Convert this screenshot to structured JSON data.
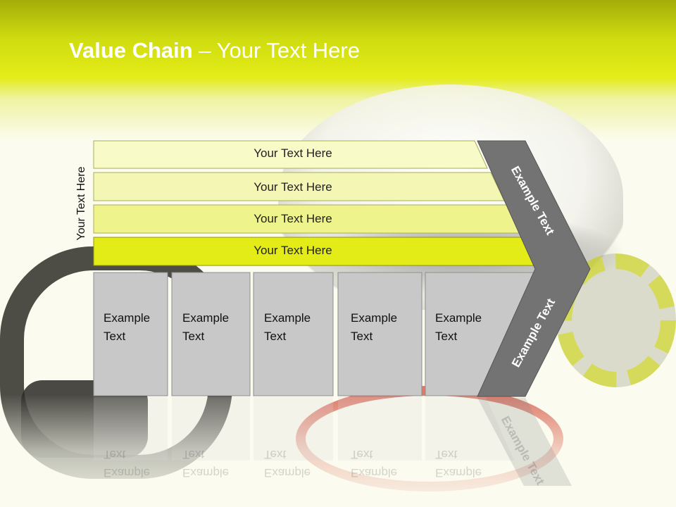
{
  "title": {
    "bold": "Value Chain",
    "rest": " – Your Text Here"
  },
  "side_label": "Your Text Here",
  "bars": [
    {
      "label": "Your Text Here"
    },
    {
      "label": "Your Text Here"
    },
    {
      "label": "Your Text Here"
    },
    {
      "label": "Your Text Here"
    }
  ],
  "boxes": [
    {
      "line1": "Example",
      "line2": "Text"
    },
    {
      "line1": "Example",
      "line2": "Text"
    },
    {
      "line1": "Example",
      "line2": "Text"
    },
    {
      "line1": "Example",
      "line2": "Text"
    },
    {
      "line1": "Example",
      "line2": "Text"
    }
  ],
  "arrow": {
    "top_label": "Example Text",
    "bottom_label": "Example Text"
  },
  "colors": {
    "header": "#dce611",
    "bar_light": "#f8fac8",
    "bar_mid": "#f2f4a0",
    "bar_strong": "#e4ec18",
    "box_fill": "#c8c8c8",
    "arrow_fill": "#737373"
  }
}
